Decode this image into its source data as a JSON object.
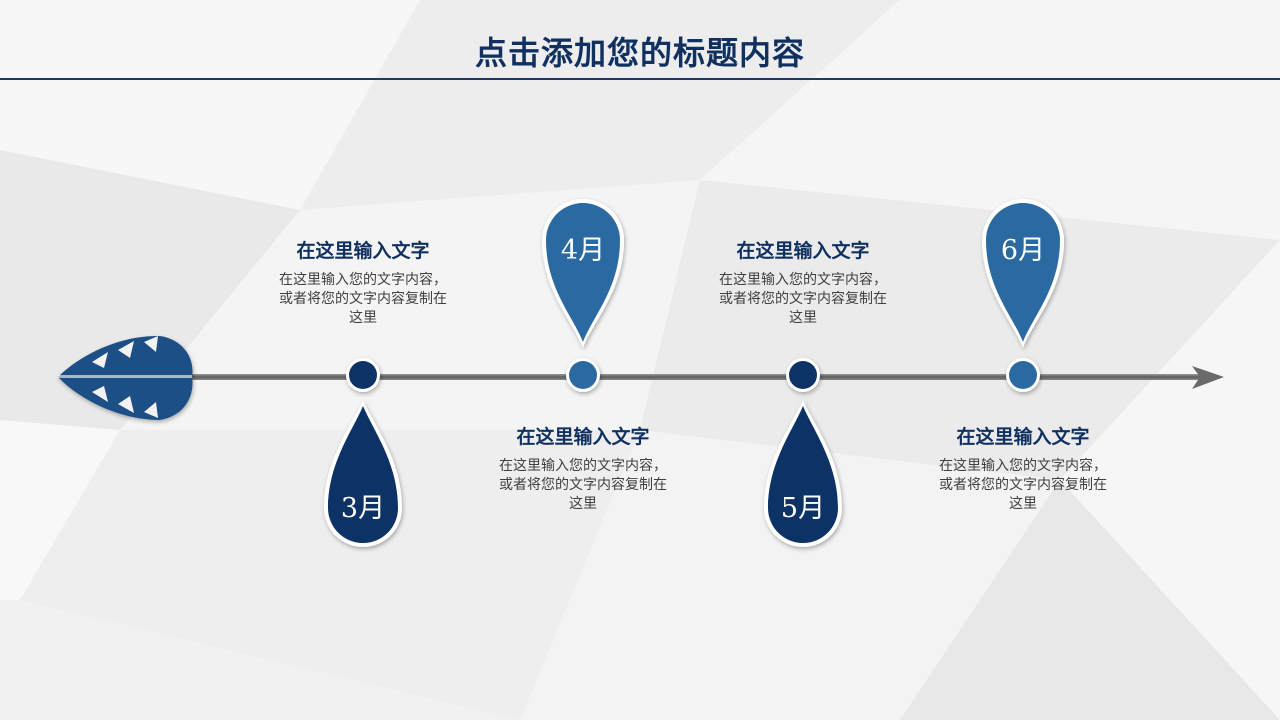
{
  "title": "点击添加您的标题内容",
  "colors": {
    "dark_navy": "#0d3265",
    "mid_blue": "#2a6aa0",
    "title": "#10305f",
    "axis": "#6f6f6f"
  },
  "timeline": {
    "months": [
      {
        "label": "3月",
        "style": "dark",
        "direction": "down"
      },
      {
        "label": "4月",
        "style": "mid",
        "direction": "up"
      },
      {
        "label": "5月",
        "style": "dark",
        "direction": "down"
      },
      {
        "label": "6月",
        "style": "mid",
        "direction": "up"
      }
    ],
    "entries": [
      {
        "heading": "在这里输入文字",
        "body": "在这里输入您的文字内容，或者将您的文字内容复制在这里"
      },
      {
        "heading": "在这里输入文字",
        "body": "在这里输入您的文字内容，或者将您的文字内容复制在这里"
      },
      {
        "heading": "在这里输入文字",
        "body": "在这里输入您的文字内容，或者将您的文字内容复制在这里"
      },
      {
        "heading": "在这里输入文字",
        "body": "在这里输入您的文字内容，或者将您的文字内容复制在这里"
      }
    ]
  }
}
